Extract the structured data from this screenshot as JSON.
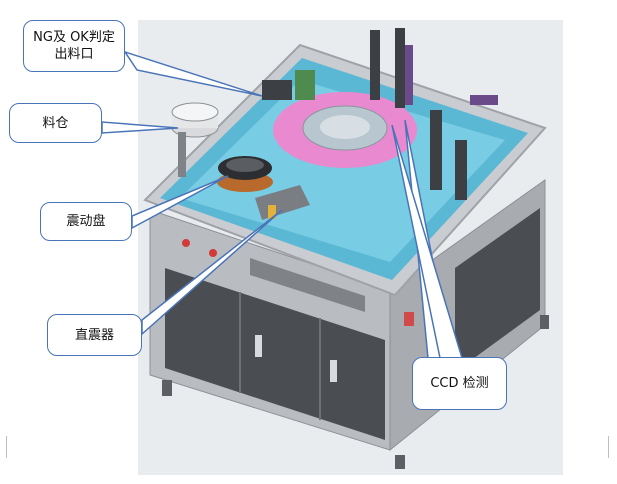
{
  "callouts": {
    "ng_ok": "NG及 OK判定出料口",
    "hopper": "料仓",
    "vibration_bowl": "震动盘",
    "linear_feeder": "直震器",
    "ccd": "CCD 检测"
  },
  "colors": {
    "frame": "#c9ccd0",
    "frame_dark": "#9fa3a8",
    "cabinet": "#4a4d52",
    "cabinet_edge": "#6d7075",
    "table_top": "#5bb8d4",
    "table_glow": "#8fdcf0",
    "rotary_disc": "#e98ad0",
    "callout_border": "#4a74b8"
  }
}
